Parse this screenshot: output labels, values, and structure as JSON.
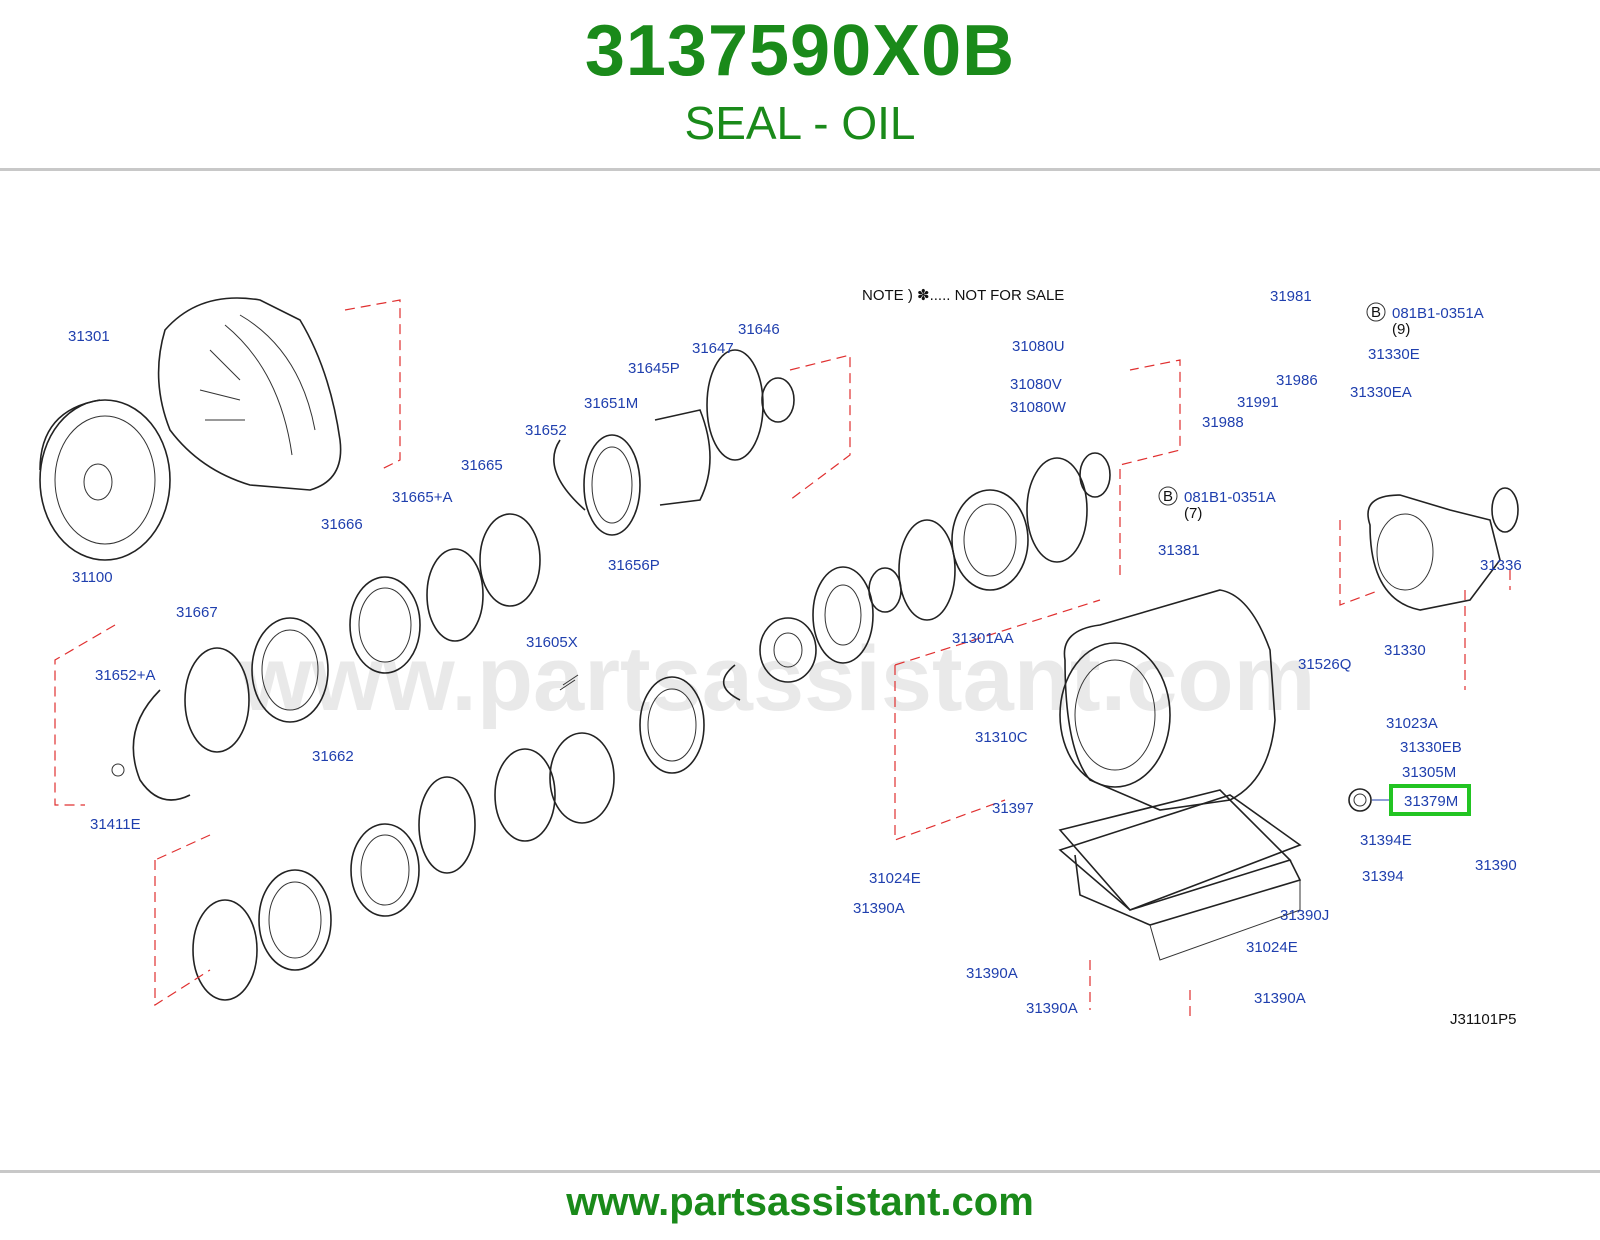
{
  "header": {
    "part_number": "3137590X0B",
    "part_name": "SEAL - OIL"
  },
  "footer": {
    "url": "www.partsassistant.com"
  },
  "diagram": {
    "note": "NOTE  )  ✽..... NOT  FOR  SALE",
    "watermark": "www.partsassistant.com",
    "code": "J31101P5",
    "highlighted": "31379M",
    "callouts": {
      "b1": "081B1-0351A",
      "b1_qty": "(9)",
      "b2": "081B1-0351A",
      "b2_qty": "(7)",
      "b_letter": "B"
    },
    "labels": [
      "31301",
      "31100",
      "31646",
      "31647",
      "31645P",
      "31651M",
      "31652",
      "31665",
      "31665+A",
      "31656P",
      "31666",
      "31667",
      "31652+A",
      "31662",
      "31411E",
      "31605X",
      "31080U",
      "31080V",
      "31080W",
      "31981",
      "31330E",
      "31986",
      "31330EA",
      "31991",
      "31988",
      "31381",
      "31336",
      "31330",
      "31301AA",
      "31526Q",
      "31023A",
      "31330EB",
      "31310C",
      "31305M",
      "31379M",
      "31397",
      "31394E",
      "31390",
      "31394",
      "31024E",
      "31390A",
      "31390J",
      "31024E",
      "31390A",
      "31390A",
      "31390A"
    ]
  }
}
